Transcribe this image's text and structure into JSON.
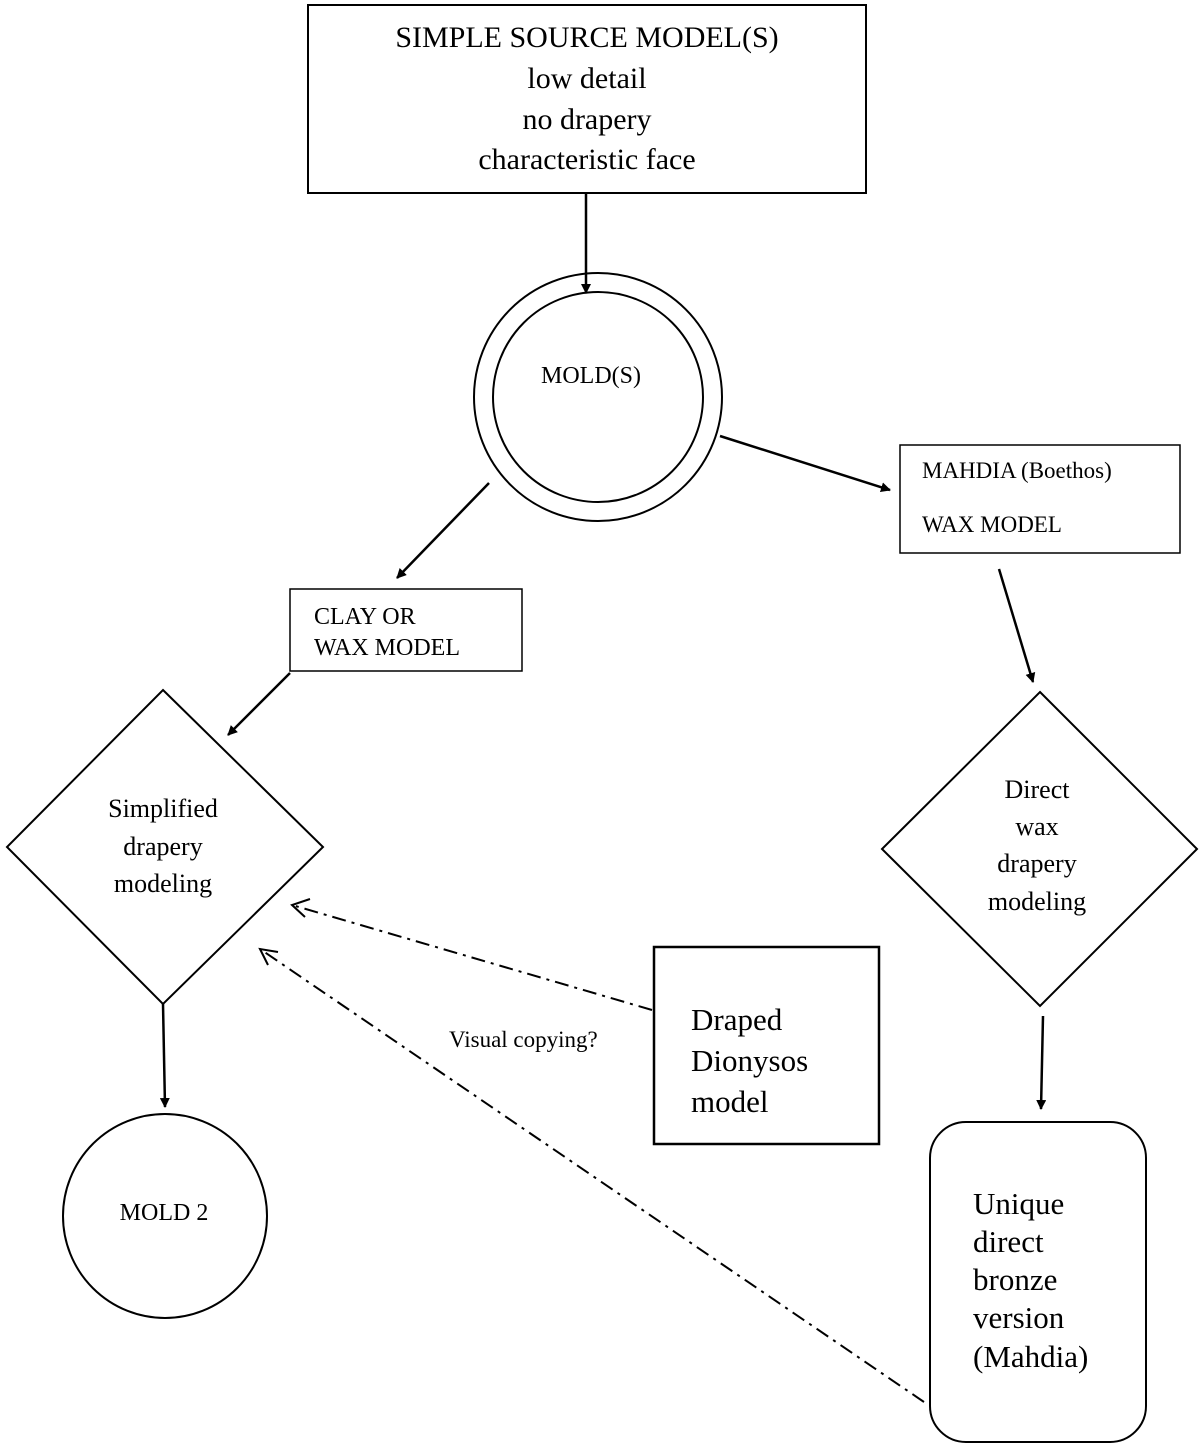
{
  "source_box": {
    "title": "SIMPLE SOURCE MODEL(S)",
    "line1": "low detail",
    "line2": "no drapery",
    "line3": "characteristic face"
  },
  "mold": {
    "label": "MOLD(S)"
  },
  "mahdia_box": {
    "line1": "MAHDIA (Boethos)",
    "line2": "WAX MODEL"
  },
  "clay_box": {
    "line1": "CLAY OR",
    "line2": "WAX MODEL"
  },
  "simplified_diamond": {
    "line1": "Simplified",
    "line2": "drapery",
    "line3": "modeling"
  },
  "direct_diamond": {
    "line1": "Direct",
    "line2": "wax",
    "line3": "drapery",
    "line4": "modeling"
  },
  "dionysos_box": {
    "line1": "Draped",
    "line2": "Dionysos",
    "line3": "model"
  },
  "visual_copying": {
    "label": "Visual copying?"
  },
  "mold2": {
    "label": "MOLD 2"
  },
  "bronze_box": {
    "line1": "Unique",
    "line2": "direct",
    "line3": "bronze",
    "line4": "version",
    "line5": "(Mahdia)"
  }
}
